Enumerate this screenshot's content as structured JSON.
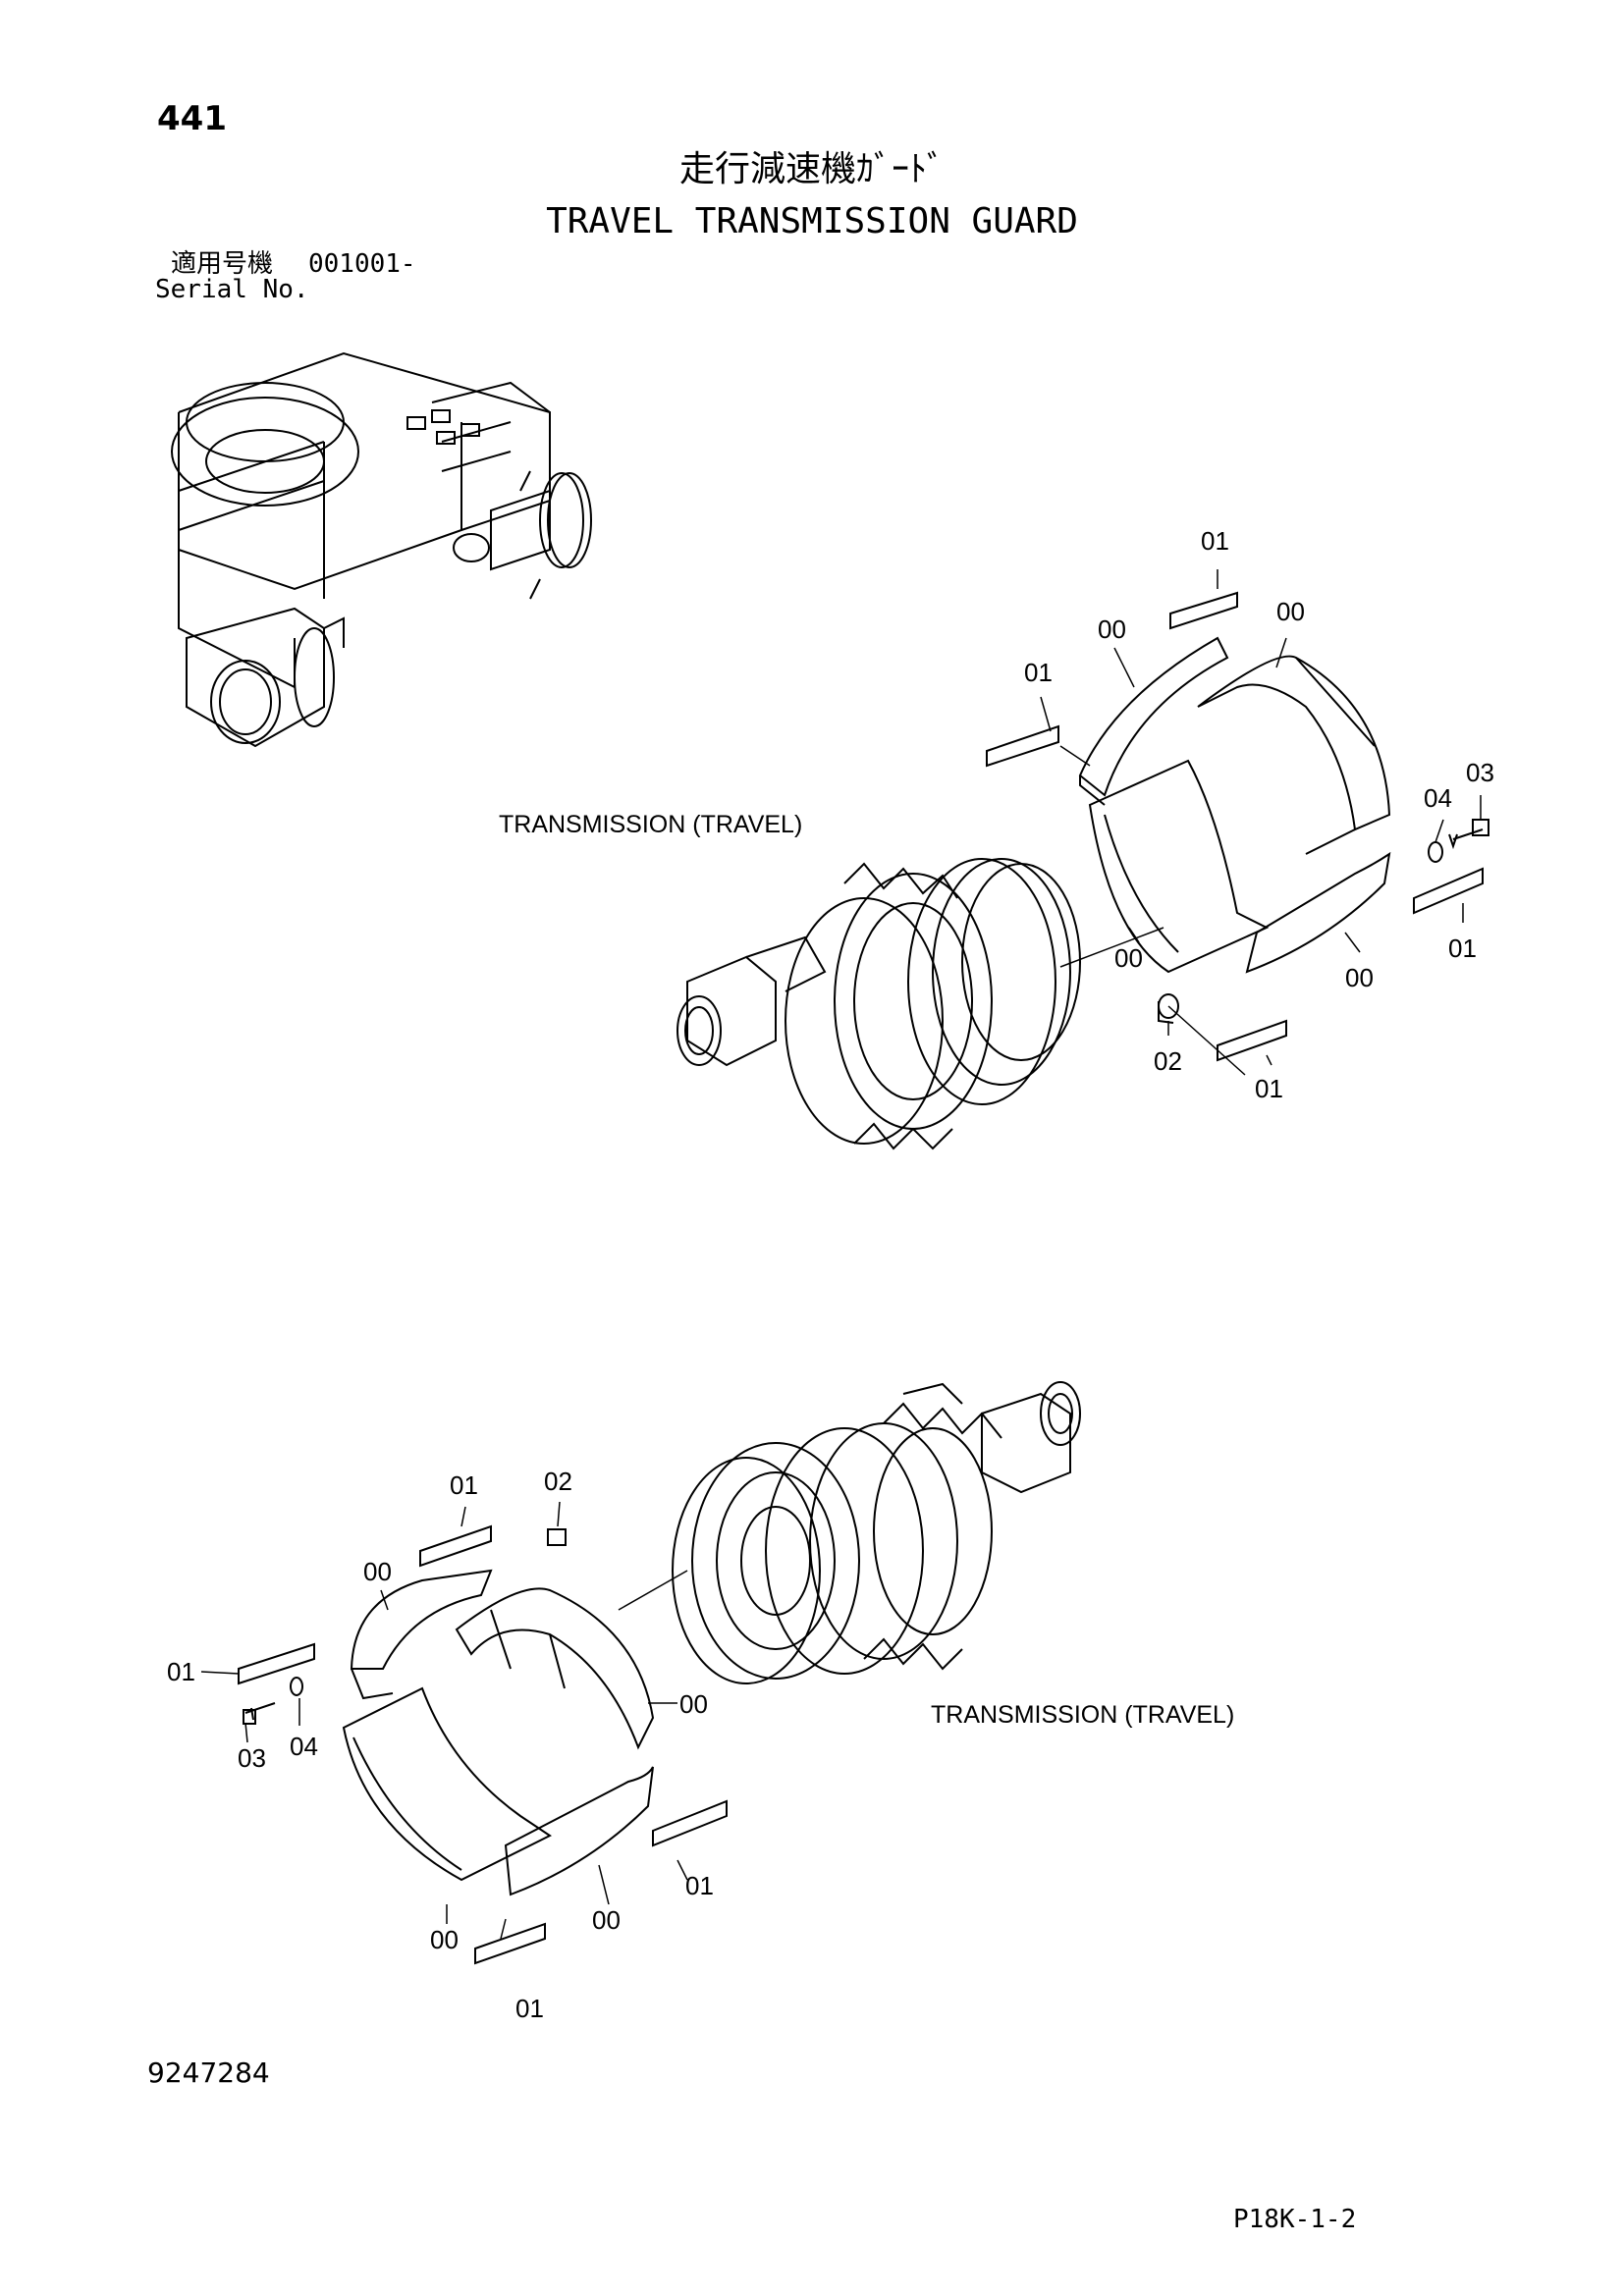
{
  "header": {
    "page_number": "441",
    "title_jp": "走行減速機ｶﾞｰﾄﾞ",
    "title_en": "TRAVEL TRANSMISSION GUARD",
    "serial_label_jp": "適用号機",
    "serial_value": "001001-",
    "serial_label_en": "Serial No."
  },
  "assemblies": {
    "upper_label": "TRANSMISSION (TRAVEL)",
    "lower_label": "TRANSMISSION (TRAVEL)"
  },
  "callouts_upper": [
    "01",
    "00",
    "00",
    "01",
    "04",
    "03",
    "00",
    "00",
    "01",
    "02",
    "01"
  ],
  "callouts_lower": [
    "01",
    "02",
    "00",
    "01",
    "00",
    "03",
    "04",
    "01",
    "00",
    "00",
    "01"
  ],
  "footer": {
    "drawing_number": "9247284",
    "page_code": "P18K-1-2"
  }
}
